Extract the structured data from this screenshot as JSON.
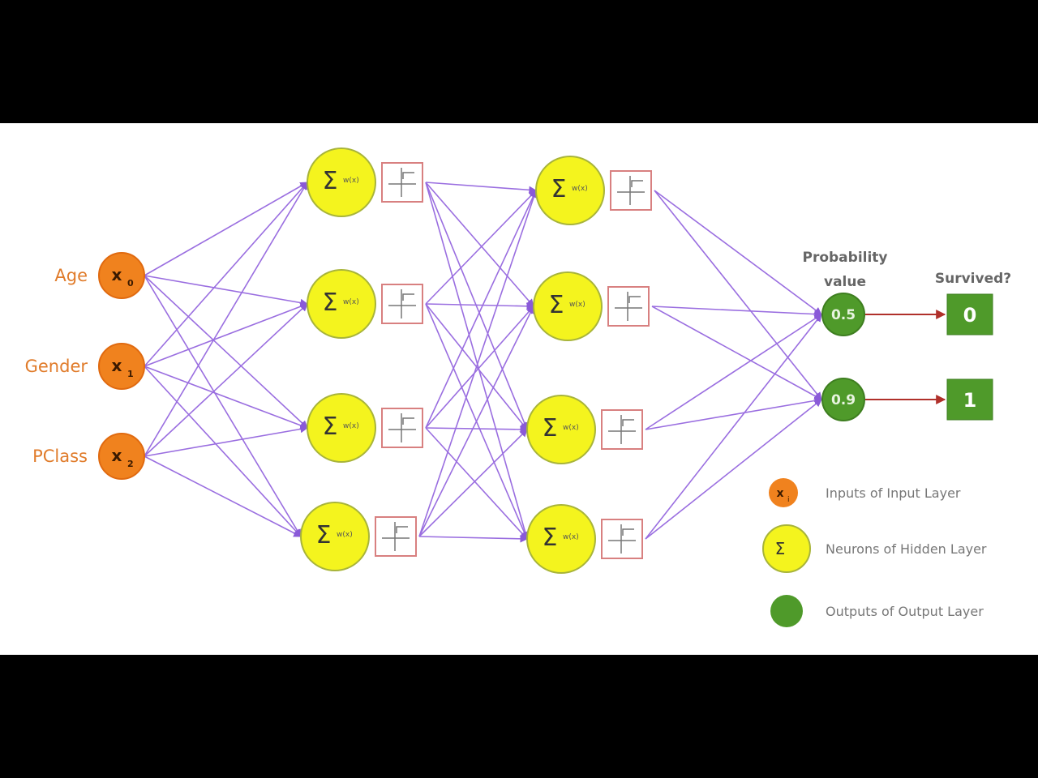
{
  "inputs": [
    {
      "label": "Age",
      "symbol": "x",
      "sub": "0"
    },
    {
      "label": "Gender",
      "symbol": "x",
      "sub": "1"
    },
    {
      "label": "PClass",
      "symbol": "x",
      "sub": "2"
    }
  ],
  "neuron_symbol": "Σ",
  "neuron_fn": "w(x)",
  "outputs": [
    {
      "probability": "0.5",
      "result": "0"
    },
    {
      "probability": "0.9",
      "result": "1"
    }
  ],
  "headers": {
    "probability_line1": "Probability",
    "probability_line2": "value",
    "survived": "Survived?"
  },
  "legend": [
    {
      "label": "Inputs of Input Layer",
      "symbol": "x",
      "sub": "i"
    },
    {
      "label": "Neurons of Hidden Layer",
      "symbol": "Σ"
    },
    {
      "label": "Outputs of Output Layer"
    }
  ],
  "colors": {
    "input": "#f0821e",
    "neuron": "#f4f41e",
    "output": "#4f9a2a",
    "edge": "#9a6ee0",
    "arrow": "#b0302a",
    "box": "#d88080"
  }
}
